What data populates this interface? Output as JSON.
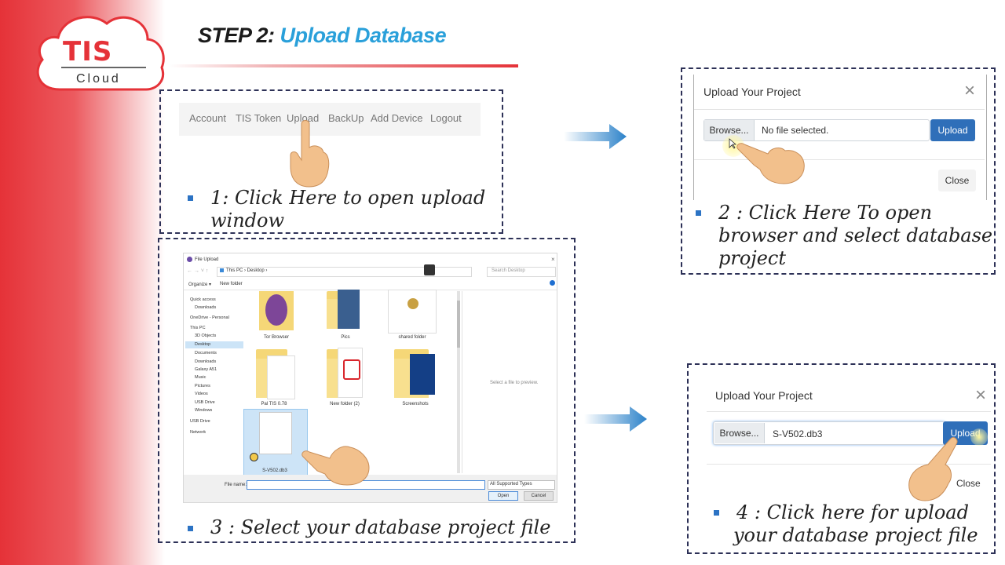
{
  "logo": {
    "brand": "TIS",
    "sub": "Cloud"
  },
  "title": {
    "prefix": "STEP 2: ",
    "highlight": "Upload Database"
  },
  "step1": {
    "nav_items": [
      "Account",
      "TIS Token",
      "Upload",
      "BackUp",
      "Add Device",
      "Logout"
    ],
    "caption_line1": "1: Click Here to open upload",
    "caption_line2": "window"
  },
  "step2": {
    "dialog_title": "Upload Your Project",
    "browse_label": "Browse...",
    "file_text": "No file selected.",
    "upload_label": "Upload",
    "close_label": "Close",
    "close_x": "×",
    "caption_line1": "2 : Click Here To open",
    "caption_line2": "browser and select database",
    "caption_line3": "project"
  },
  "step3": {
    "window_title": "File Upload",
    "path": "This PC › Desktop ›",
    "search_placeholder": "Search Desktop",
    "organize": "Organize ▾",
    "new_folder": "New folder",
    "nav_tree": [
      "Quick access",
      "Downloads",
      "OneDrive - Personal",
      "This PC",
      "3D Objects",
      "Desktop",
      "Documents",
      "Downloads",
      "Galaxy A51",
      "Music",
      "Pictures",
      "Videos",
      "USB Drive",
      "Windows",
      "USB Drive",
      "Network"
    ],
    "files": [
      {
        "name": "Tor Browser",
        "type": "app"
      },
      {
        "name": "Pics",
        "type": "folder"
      },
      {
        "name": "shared folder",
        "type": "app"
      },
      {
        "name": "Pal TIS 0.78",
        "type": "folder"
      },
      {
        "name": "New folder (2)",
        "type": "folder"
      },
      {
        "name": "Screenshots",
        "type": "folder"
      },
      {
        "name": "S-V502.db3",
        "type": "file"
      }
    ],
    "preview_text": "Select a file to preview.",
    "filename_label": "File name:",
    "filetype": "All Supported Types",
    "open_label": "Open",
    "cancel_label": "Cancel",
    "caption": "3 : Select your database project file"
  },
  "step4": {
    "dialog_title": "Upload Your Project",
    "browse_label": "Browse...",
    "file_text": "S-V502.db3",
    "upload_label": "Upload",
    "close_label": "Close",
    "close_x": "×",
    "caption_line1": "4 : Click here for upload",
    "caption_line2": "your database project file"
  },
  "colors": {
    "brand_red": "#e53238",
    "accent_blue": "#2aa0da",
    "button_blue": "#2f6fb9",
    "frame_navy": "#2d3157"
  }
}
